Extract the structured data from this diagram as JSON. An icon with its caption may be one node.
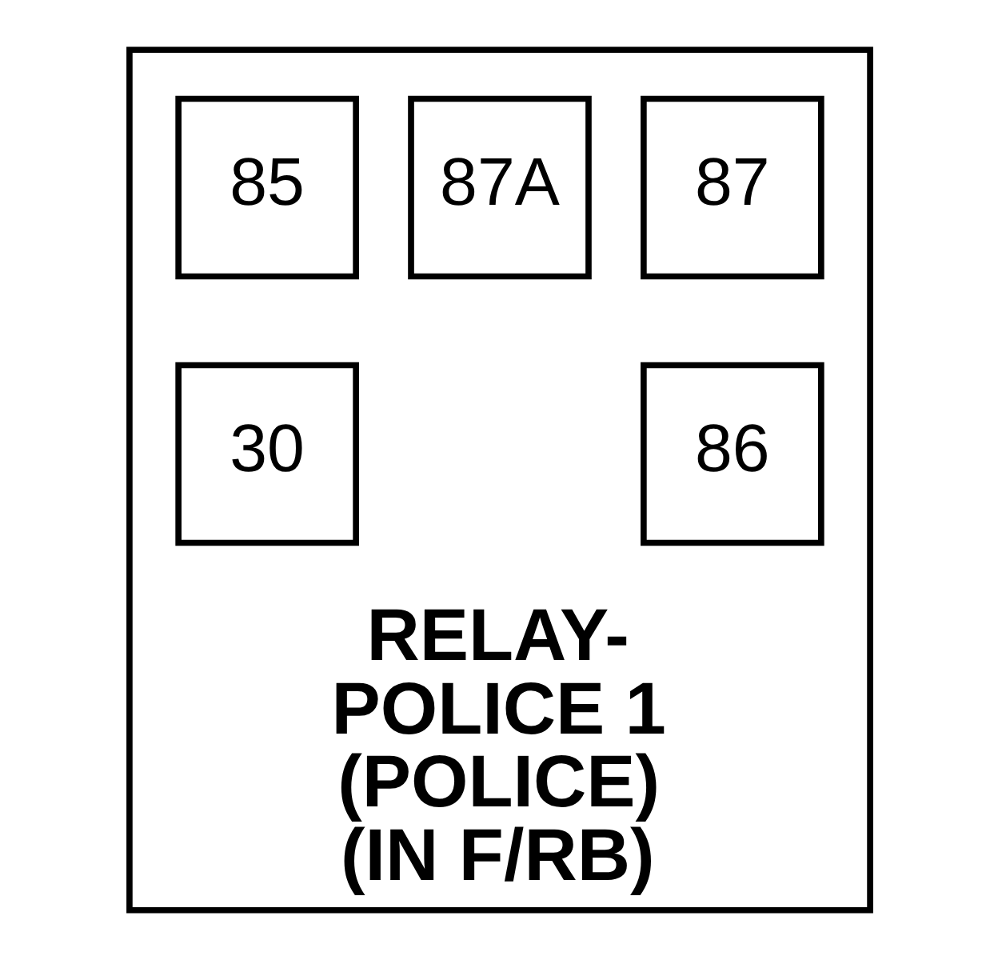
{
  "diagram": {
    "nodes": [
      {
        "text": [
          "RELAY- POLICE 1 (POLICE) (IN F/RB)"
        ]
      },
      {
        "text": [
          "85"
        ],
        "in": 0
      },
      {
        "text": [
          "87A"
        ],
        "in": 0
      },
      {
        "text": [
          "87"
        ],
        "in": 0
      },
      {
        "text": [
          "30"
        ],
        "in": 0
      },
      {
        "text": [
          "86"
        ],
        "in": 0
      }
    ],
    "edges": []
  }
}
